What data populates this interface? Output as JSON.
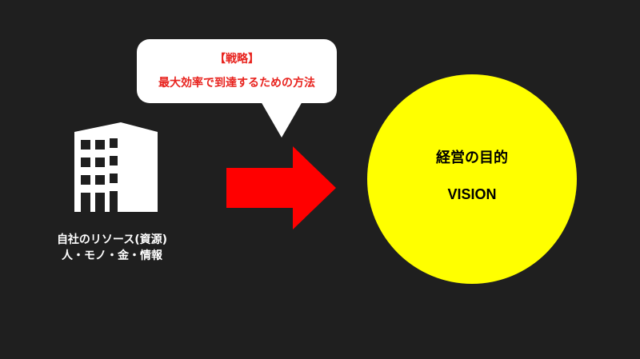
{
  "callout": {
    "title": "【戦略】",
    "subtitle": "最大効率で到達するための方法"
  },
  "resources": {
    "line1": "自社のリソース(資源)",
    "line2": "人・モノ・金・情報"
  },
  "goal": {
    "title": "経営の目的",
    "subtitle": "VISION"
  },
  "icons": {
    "building": "building-icon",
    "arrow": "right-arrow-icon"
  },
  "colors": {
    "background": "#1f1f1f",
    "callout_bg": "#ffffff",
    "callout_text": "#e8231e",
    "arrow": "#ff0000",
    "goal_circle": "#ffff00",
    "building": "#ffffff"
  }
}
